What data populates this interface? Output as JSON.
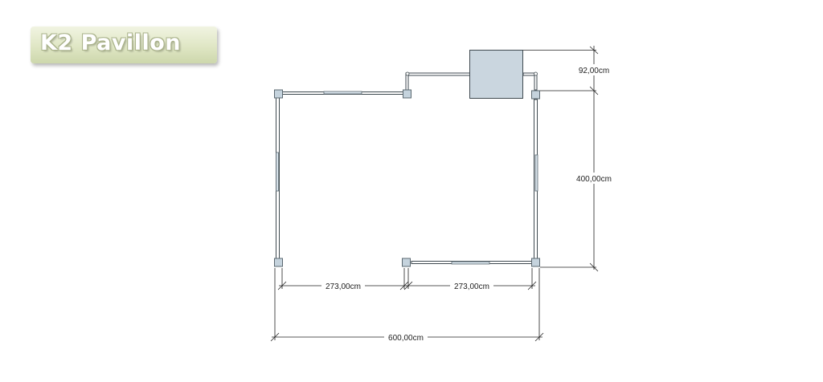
{
  "logo": {
    "text": "K2 Pavillon"
  },
  "plan": {
    "colors": {
      "wall": "#3f4a50",
      "post": "#c5d3dd",
      "post_stroke": "#5b6870",
      "block": "#cad6df",
      "window": "#d7e2ea"
    },
    "dimensions": {
      "top_offset": "92,00cm",
      "depth": "400,00cm",
      "left_span": "273,00cm",
      "right_span": "273,00cm",
      "total_width": "600,00cm"
    }
  }
}
